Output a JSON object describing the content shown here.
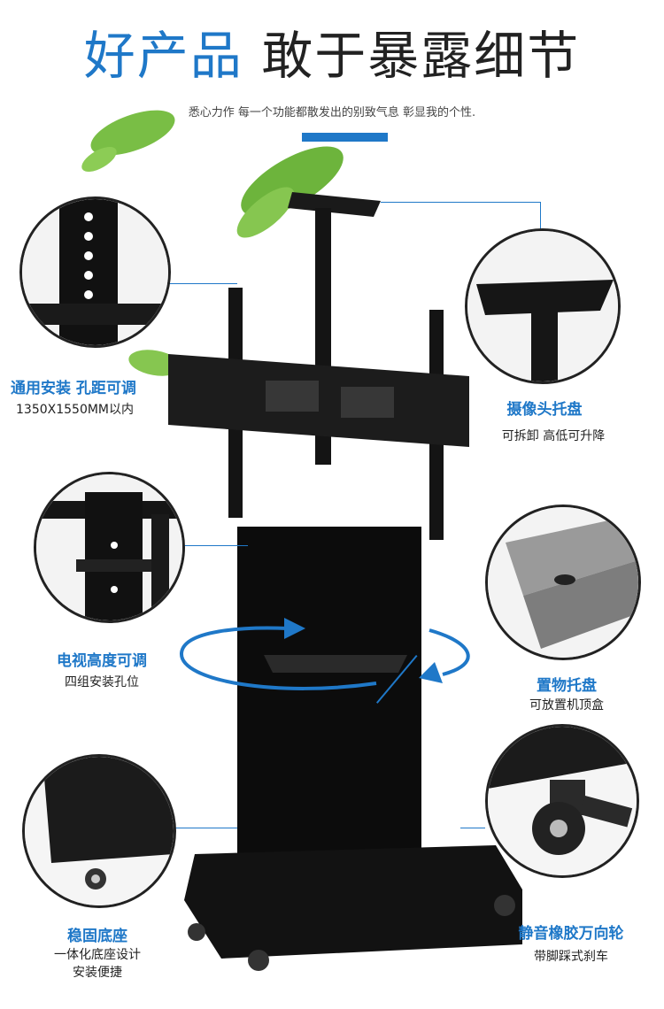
{
  "header": {
    "title_blue": "好产品",
    "title_dark": "敢于暴露细节",
    "subtitle": "悉心力作 每一个功能都散发出的别致气息 彰显我的个性."
  },
  "features": {
    "mount_holes": {
      "title": "通用安装 孔距可调",
      "desc": "1350X1550MM以内"
    },
    "camera_tray": {
      "title": "摄像头托盘",
      "desc": "可拆卸 高低可升降"
    },
    "tv_height": {
      "title": "电视高度可调",
      "desc": "四组安装孔位"
    },
    "shelf": {
      "title": "置物托盘",
      "desc": "可放置机顶盒"
    },
    "base": {
      "title": "稳固底座",
      "desc_1": "一体化底座设计",
      "desc_2": "安装便捷"
    },
    "casters": {
      "title": "静音橡胶万向轮",
      "desc": "带脚踩式刹车"
    }
  },
  "colors": {
    "accent": "#1f78c8",
    "leaf": "#7cc04a",
    "metal": "#111111"
  }
}
